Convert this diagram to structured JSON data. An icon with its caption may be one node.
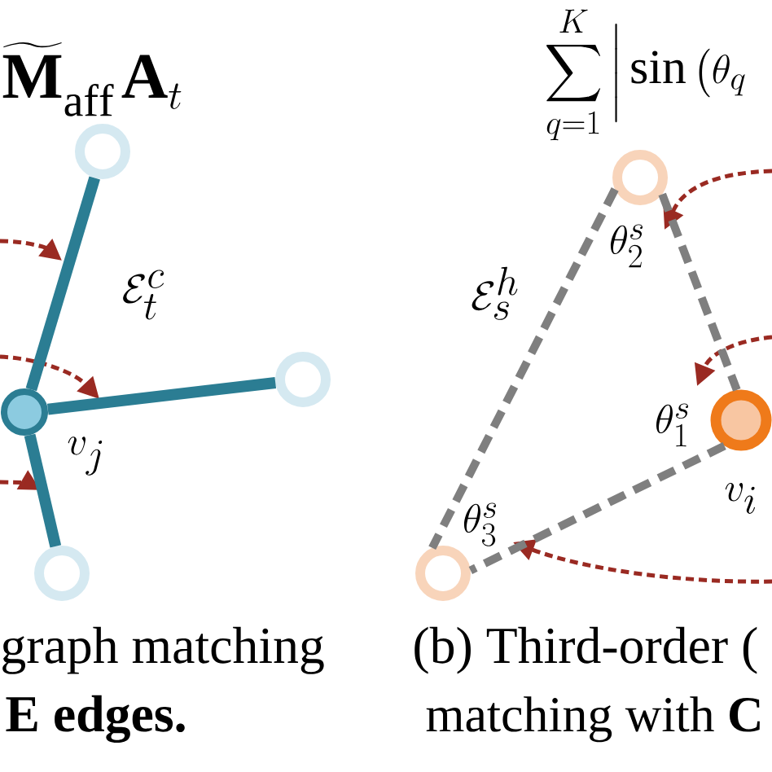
{
  "diagram": {
    "nodes": [
      {
        "text": [],
        "shape": "circle"
      },
      {
        "text": [],
        "shape": "circle",
        "beside": [
          "v_{j}"
        ]
      },
      {
        "text": [],
        "shape": "circle"
      },
      {
        "text": [],
        "shape": "circle"
      },
      {
        "text": [],
        "shape": "circle",
        "beside": [
          "\\theta_{2}^{s}"
        ]
      },
      {
        "text": [],
        "shape": "circle",
        "beside": [
          "\\theta_{1}^{s}",
          "v_{i}"
        ]
      },
      {
        "text": [],
        "shape": "circle",
        "beside": [
          "\\theta_{3}^{s}"
        ]
      }
    ],
    "edges": [
      {
        "from": 1,
        "to": 0,
        "arrow": "none",
        "color": "#2b7d93"
      },
      {
        "from": 1,
        "to": 2,
        "arrow": "none",
        "color": "#2b7d93"
      },
      {
        "from": 1,
        "to": 3,
        "arrow": "none",
        "color": "#2b7d93"
      },
      {
        "from": 4,
        "to": 6,
        "arrow": "none",
        "style": "dashed",
        "color": "#7f7f7f"
      },
      {
        "from": 4,
        "to": 5,
        "arrow": "none",
        "style": "dashed",
        "color": "#7f7f7f"
      },
      {
        "from": 5,
        "to": 6,
        "arrow": "none",
        "style": "dashed",
        "color": "#7f7f7f"
      }
    ],
    "labels": [
      "\\widetilde{\\mathbf{M}}_{\\mathrm{aff}}\\,\\mathbf{A}_{t}",
      "\\sum_{q=1}^{K}\\bigg|\\sin\\big(\\theta_{q}",
      "\\mathcal{E}_{t}^{c}",
      "\\mathcal{E}_{s}^{h}",
      "graph matching",
      "E edges.",
      "(b) Third-order (",
      "matching with **C**"
    ]
  }
}
